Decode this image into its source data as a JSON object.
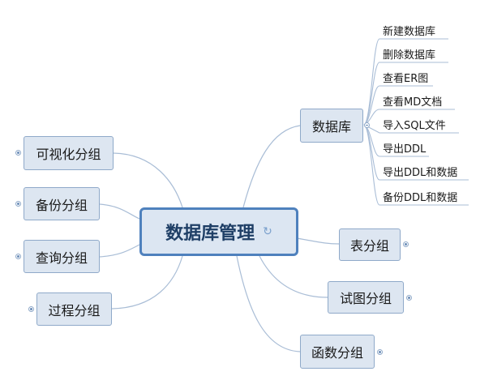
{
  "central": {
    "label": "数据库管理",
    "glyph": "↻"
  },
  "right_nodes": {
    "database": "数据库",
    "table_group": "表分组",
    "view_group": "试图分组",
    "function_group": "函数分组"
  },
  "database_children": [
    "新建数据库",
    "删除数据库",
    "查看ER图",
    "查看MD文档",
    "导入SQL文件",
    "导出DDL",
    "导出DDL和数据",
    "备份DDL和数据"
  ],
  "left_nodes": {
    "visual_group": "可视化分组",
    "backup_group": "备份分组",
    "query_group": "查询分组",
    "procedure_group": "过程分组"
  }
}
